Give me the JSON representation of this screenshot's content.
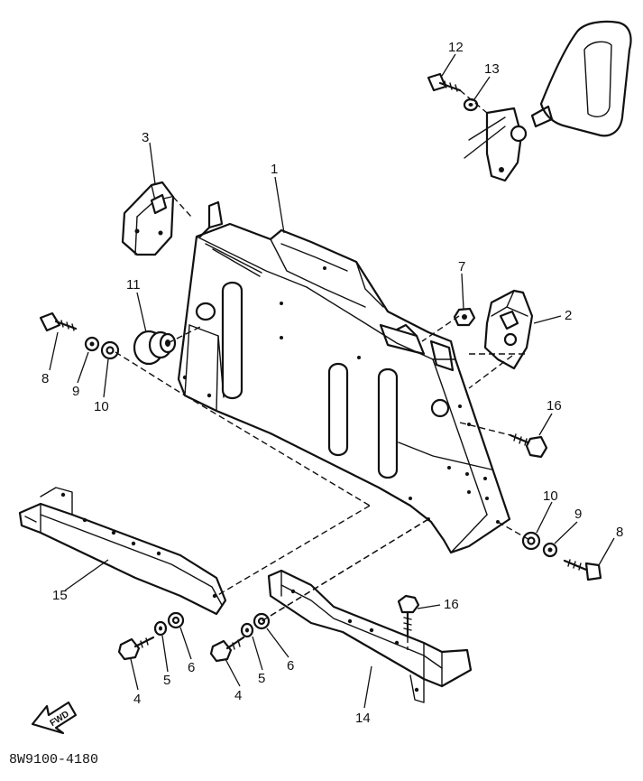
{
  "callouts": {
    "c1": "1",
    "c2": "2",
    "c3": "3",
    "c4a": "4",
    "c4b": "4",
    "c5a": "5",
    "c5b": "5",
    "c6a": "6",
    "c6b": "6",
    "c7": "7",
    "c8a": "8",
    "c8b": "8",
    "c9a": "9",
    "c9b": "9",
    "c10a": "10",
    "c10b": "10",
    "c11": "11",
    "c12": "12",
    "c13": "13",
    "c14": "14",
    "c15": "15",
    "c16a": "16",
    "c16b": "16"
  },
  "fwd_label": "FWD",
  "drawing_code": "8W9100-4180"
}
